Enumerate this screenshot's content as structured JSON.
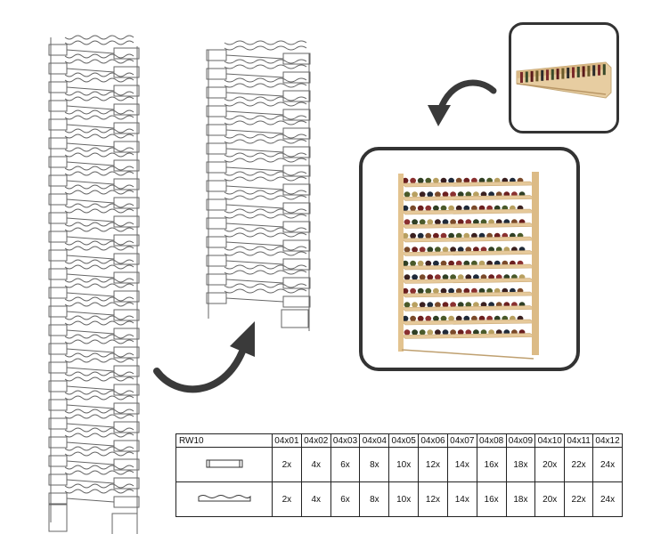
{
  "table": {
    "title": "RW10",
    "columns": [
      "04x01",
      "04x02",
      "04x03",
      "04x04",
      "04x05",
      "04x06",
      "04x07",
      "04x08",
      "04x09",
      "04x10",
      "04x11",
      "04x12"
    ],
    "rows": [
      {
        "icon": "flat-slat-icon",
        "values": [
          "2x",
          "4x",
          "6x",
          "8x",
          "10x",
          "12x",
          "14x",
          "16x",
          "18x",
          "20x",
          "22x",
          "24x"
        ]
      },
      {
        "icon": "wavy-slat-icon",
        "values": [
          "2x",
          "4x",
          "6x",
          "8x",
          "10x",
          "12x",
          "14x",
          "16x",
          "18x",
          "20x",
          "22x",
          "24x"
        ]
      }
    ]
  },
  "colors": {
    "line": "#555555",
    "frame": "#333333",
    "arrow": "#3a3a3a",
    "wood": "#e6c99a"
  }
}
